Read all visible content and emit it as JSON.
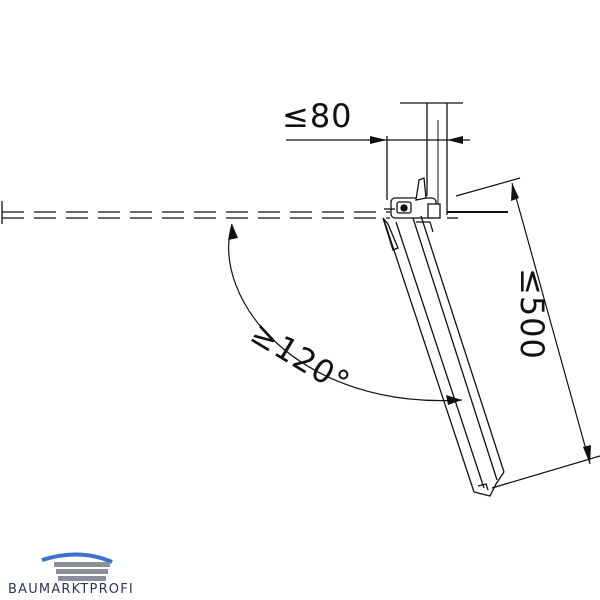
{
  "dimensions": {
    "max_width": "≤80",
    "min_angle": "≥120°",
    "max_height": "≤500"
  },
  "logo": {
    "text": "BAUMARKTPROFI",
    "colors": {
      "roof": "#3a73c8",
      "bars": "#8a8f99",
      "text": "#2a3950"
    }
  },
  "colors": {
    "line": "#111111"
  }
}
